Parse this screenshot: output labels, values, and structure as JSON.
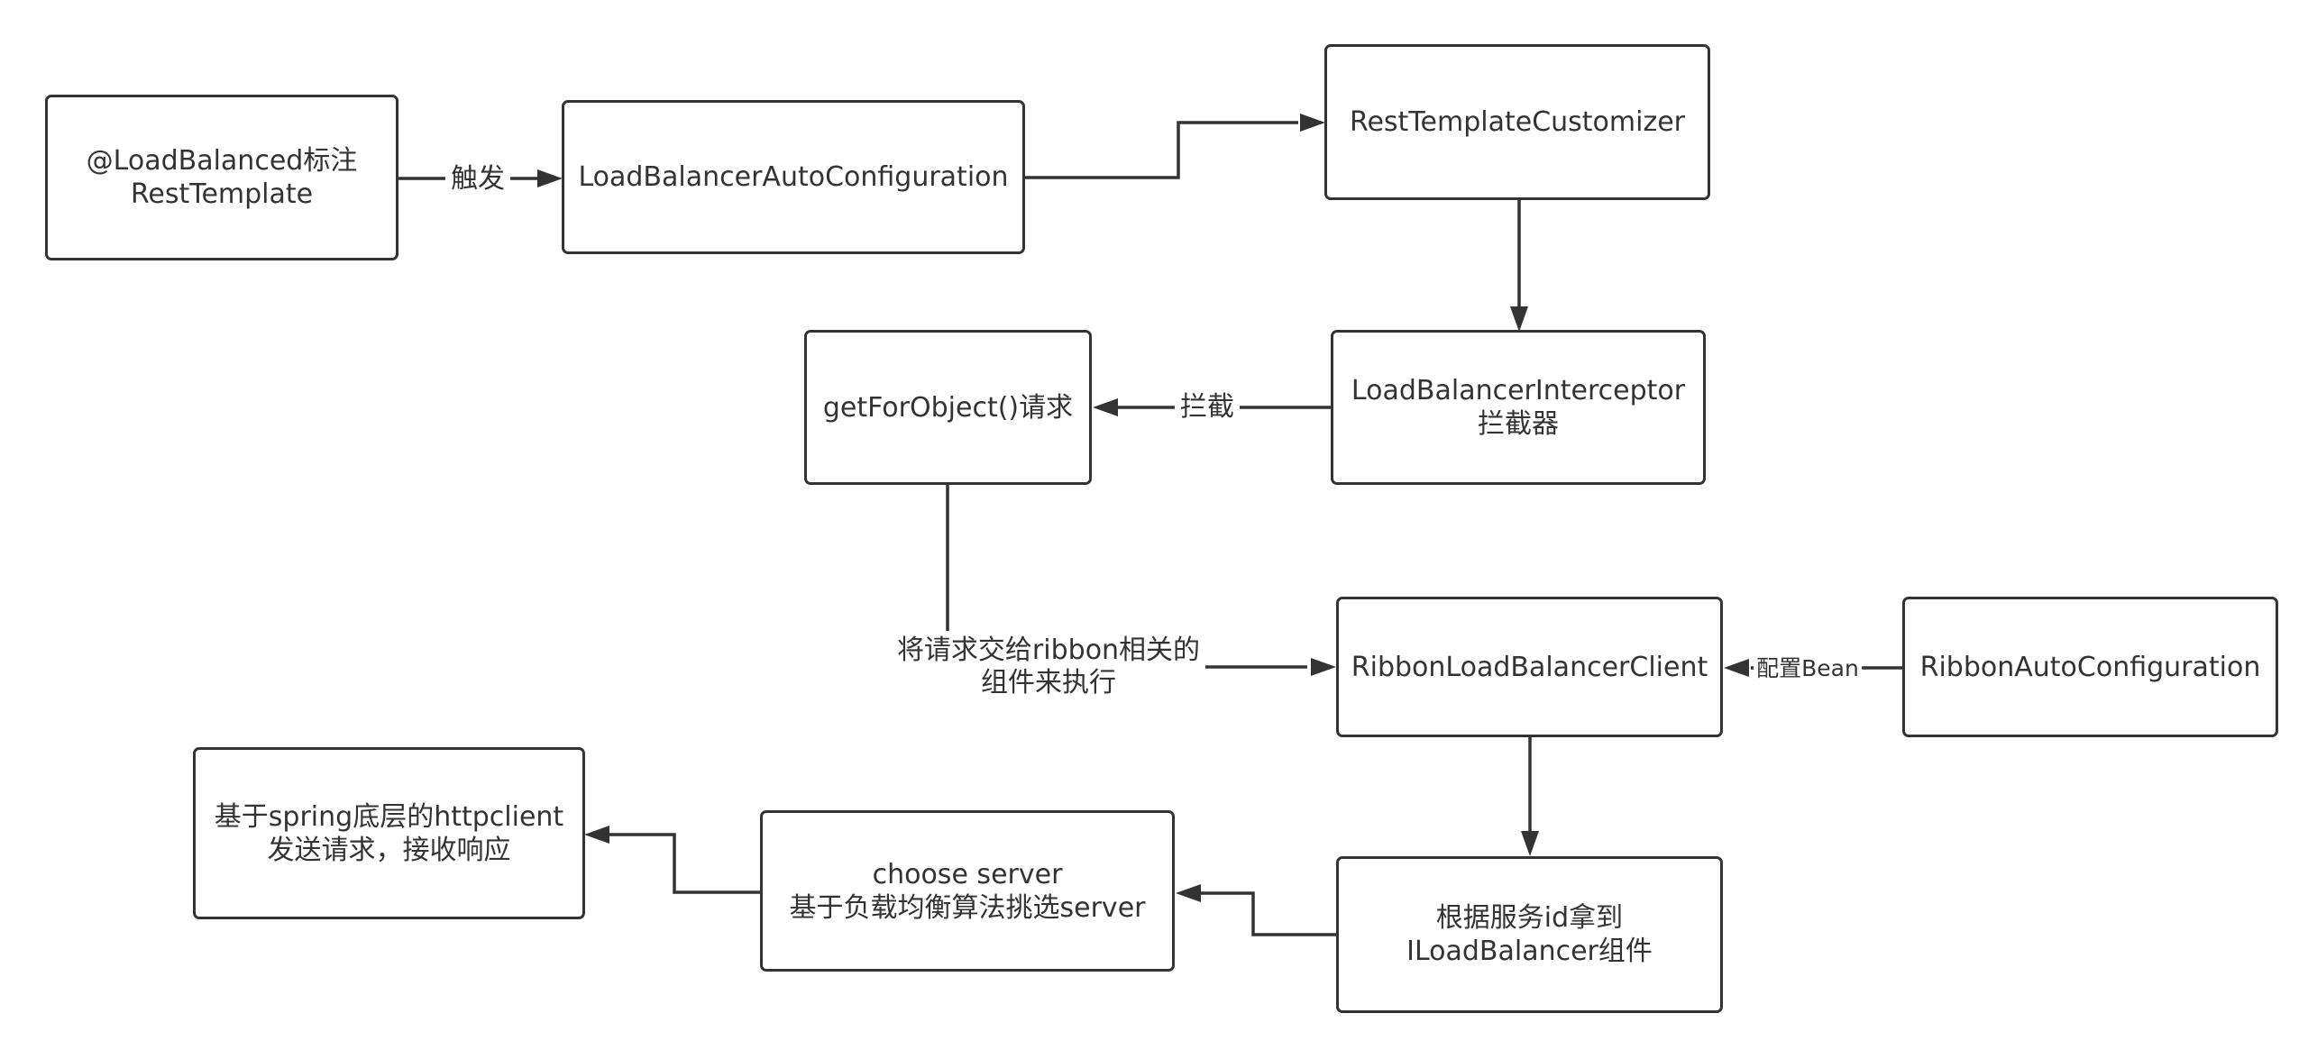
{
  "colors": {
    "stroke": "#333333",
    "text": "#333333",
    "background": "#ffffff"
  },
  "nodes": {
    "annotation": [
      "@LoadBalanced标注",
      "RestTemplate"
    ],
    "auto_config": [
      "LoadBalancerAutoConfiguration"
    ],
    "customizer": [
      "RestTemplateCustomizer"
    ],
    "interceptor": [
      "LoadBalancerInterceptor",
      "拦截器"
    ],
    "get_for_object": [
      "getForObject()请求"
    ],
    "ribbon_client": [
      "RibbonLoadBalancerClient"
    ],
    "ribbon_auto_config": [
      "RibbonAutoConfiguration"
    ],
    "get_balancer": [
      "根据服务id拿到",
      "ILoadBalancer组件"
    ],
    "choose_server": [
      "choose server",
      "基于负载均衡算法挑选server"
    ],
    "http_client": [
      "基于spring底层的httpclient",
      "发送请求，接收响应"
    ]
  },
  "edge_labels": {
    "trigger": [
      "触发"
    ],
    "intercept": [
      "拦截"
    ],
    "delegate": [
      "将请求交给ribbon相关的",
      "组件来执行"
    ],
    "config_bean": [
      "配置Bean"
    ]
  }
}
